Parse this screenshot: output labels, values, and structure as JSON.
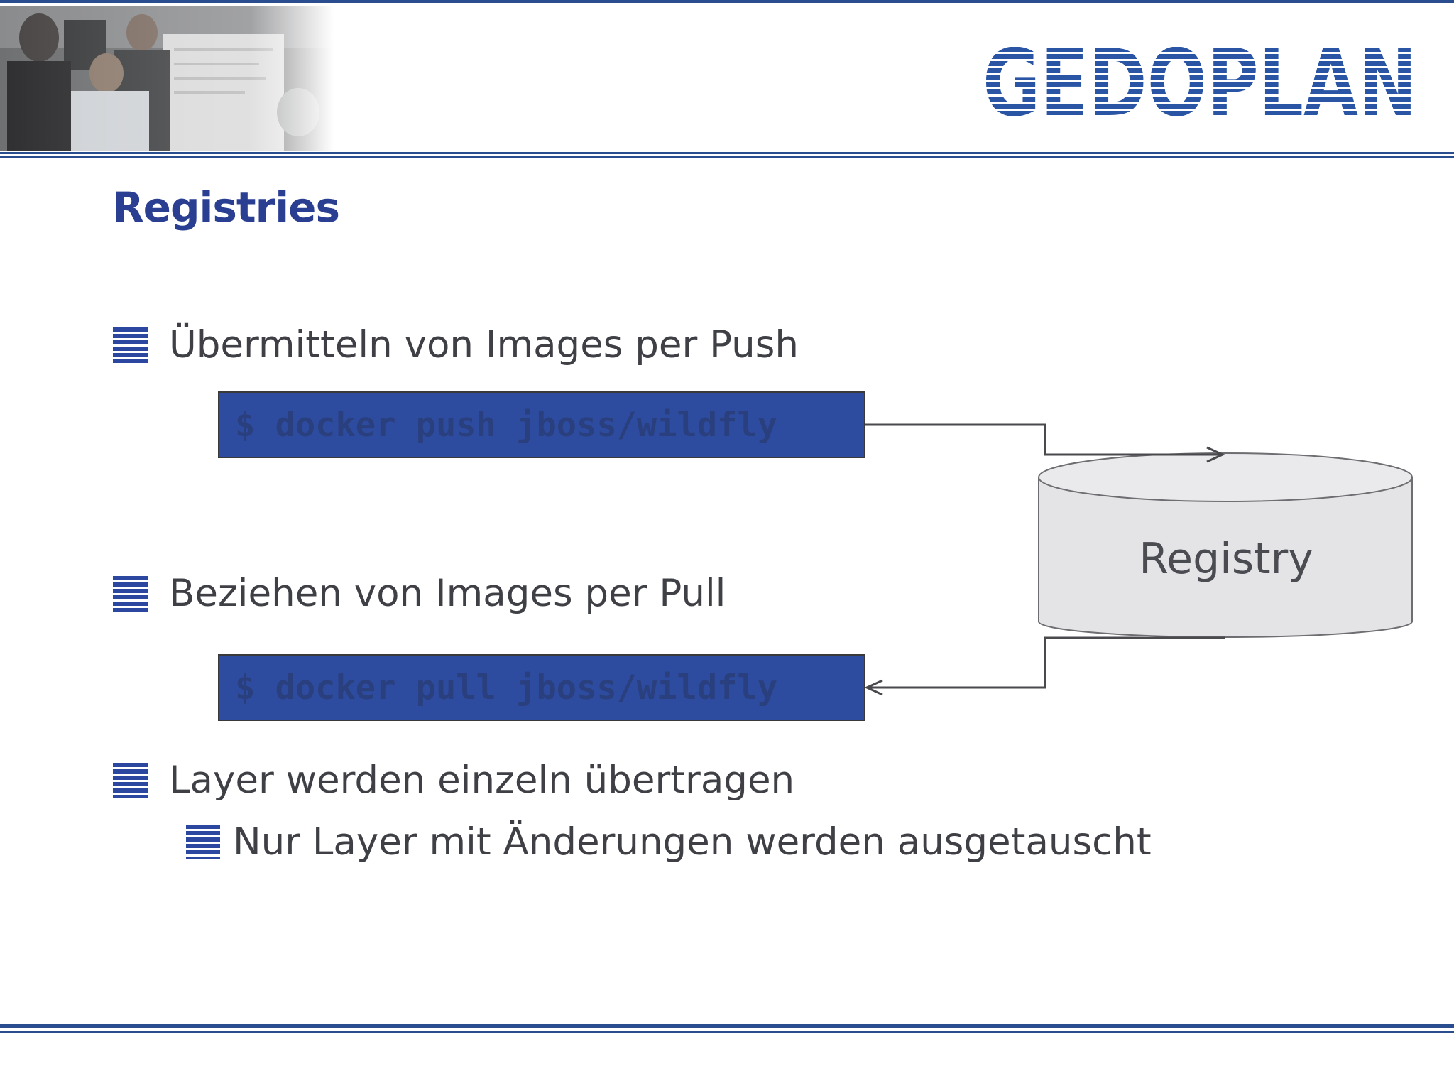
{
  "slide": {
    "title": "Registries",
    "logo_text": "GEDOPLAN"
  },
  "bullets": [
    {
      "text": "Übermitteln von Images per Push",
      "command": "$ docker push jboss/wildfly"
    },
    {
      "text": "Beziehen von Images per Pull",
      "command": "$ docker pull jboss/wildfly"
    },
    {
      "text": "Layer werden einzeln übertragen",
      "sub": "Nur Layer mit Änderungen werden ausgetauscht"
    }
  ],
  "diagram": {
    "node_label": "Registry"
  },
  "colors": {
    "accent": "#2b3f92",
    "command_box": "#2e4c9f",
    "cylinder_fill": "#e4e4e7",
    "text": "#3e4045"
  },
  "icons": {
    "bullet": "striped-square-icon",
    "photo": "meeting-photo",
    "logo": "gedoplan-logo"
  }
}
